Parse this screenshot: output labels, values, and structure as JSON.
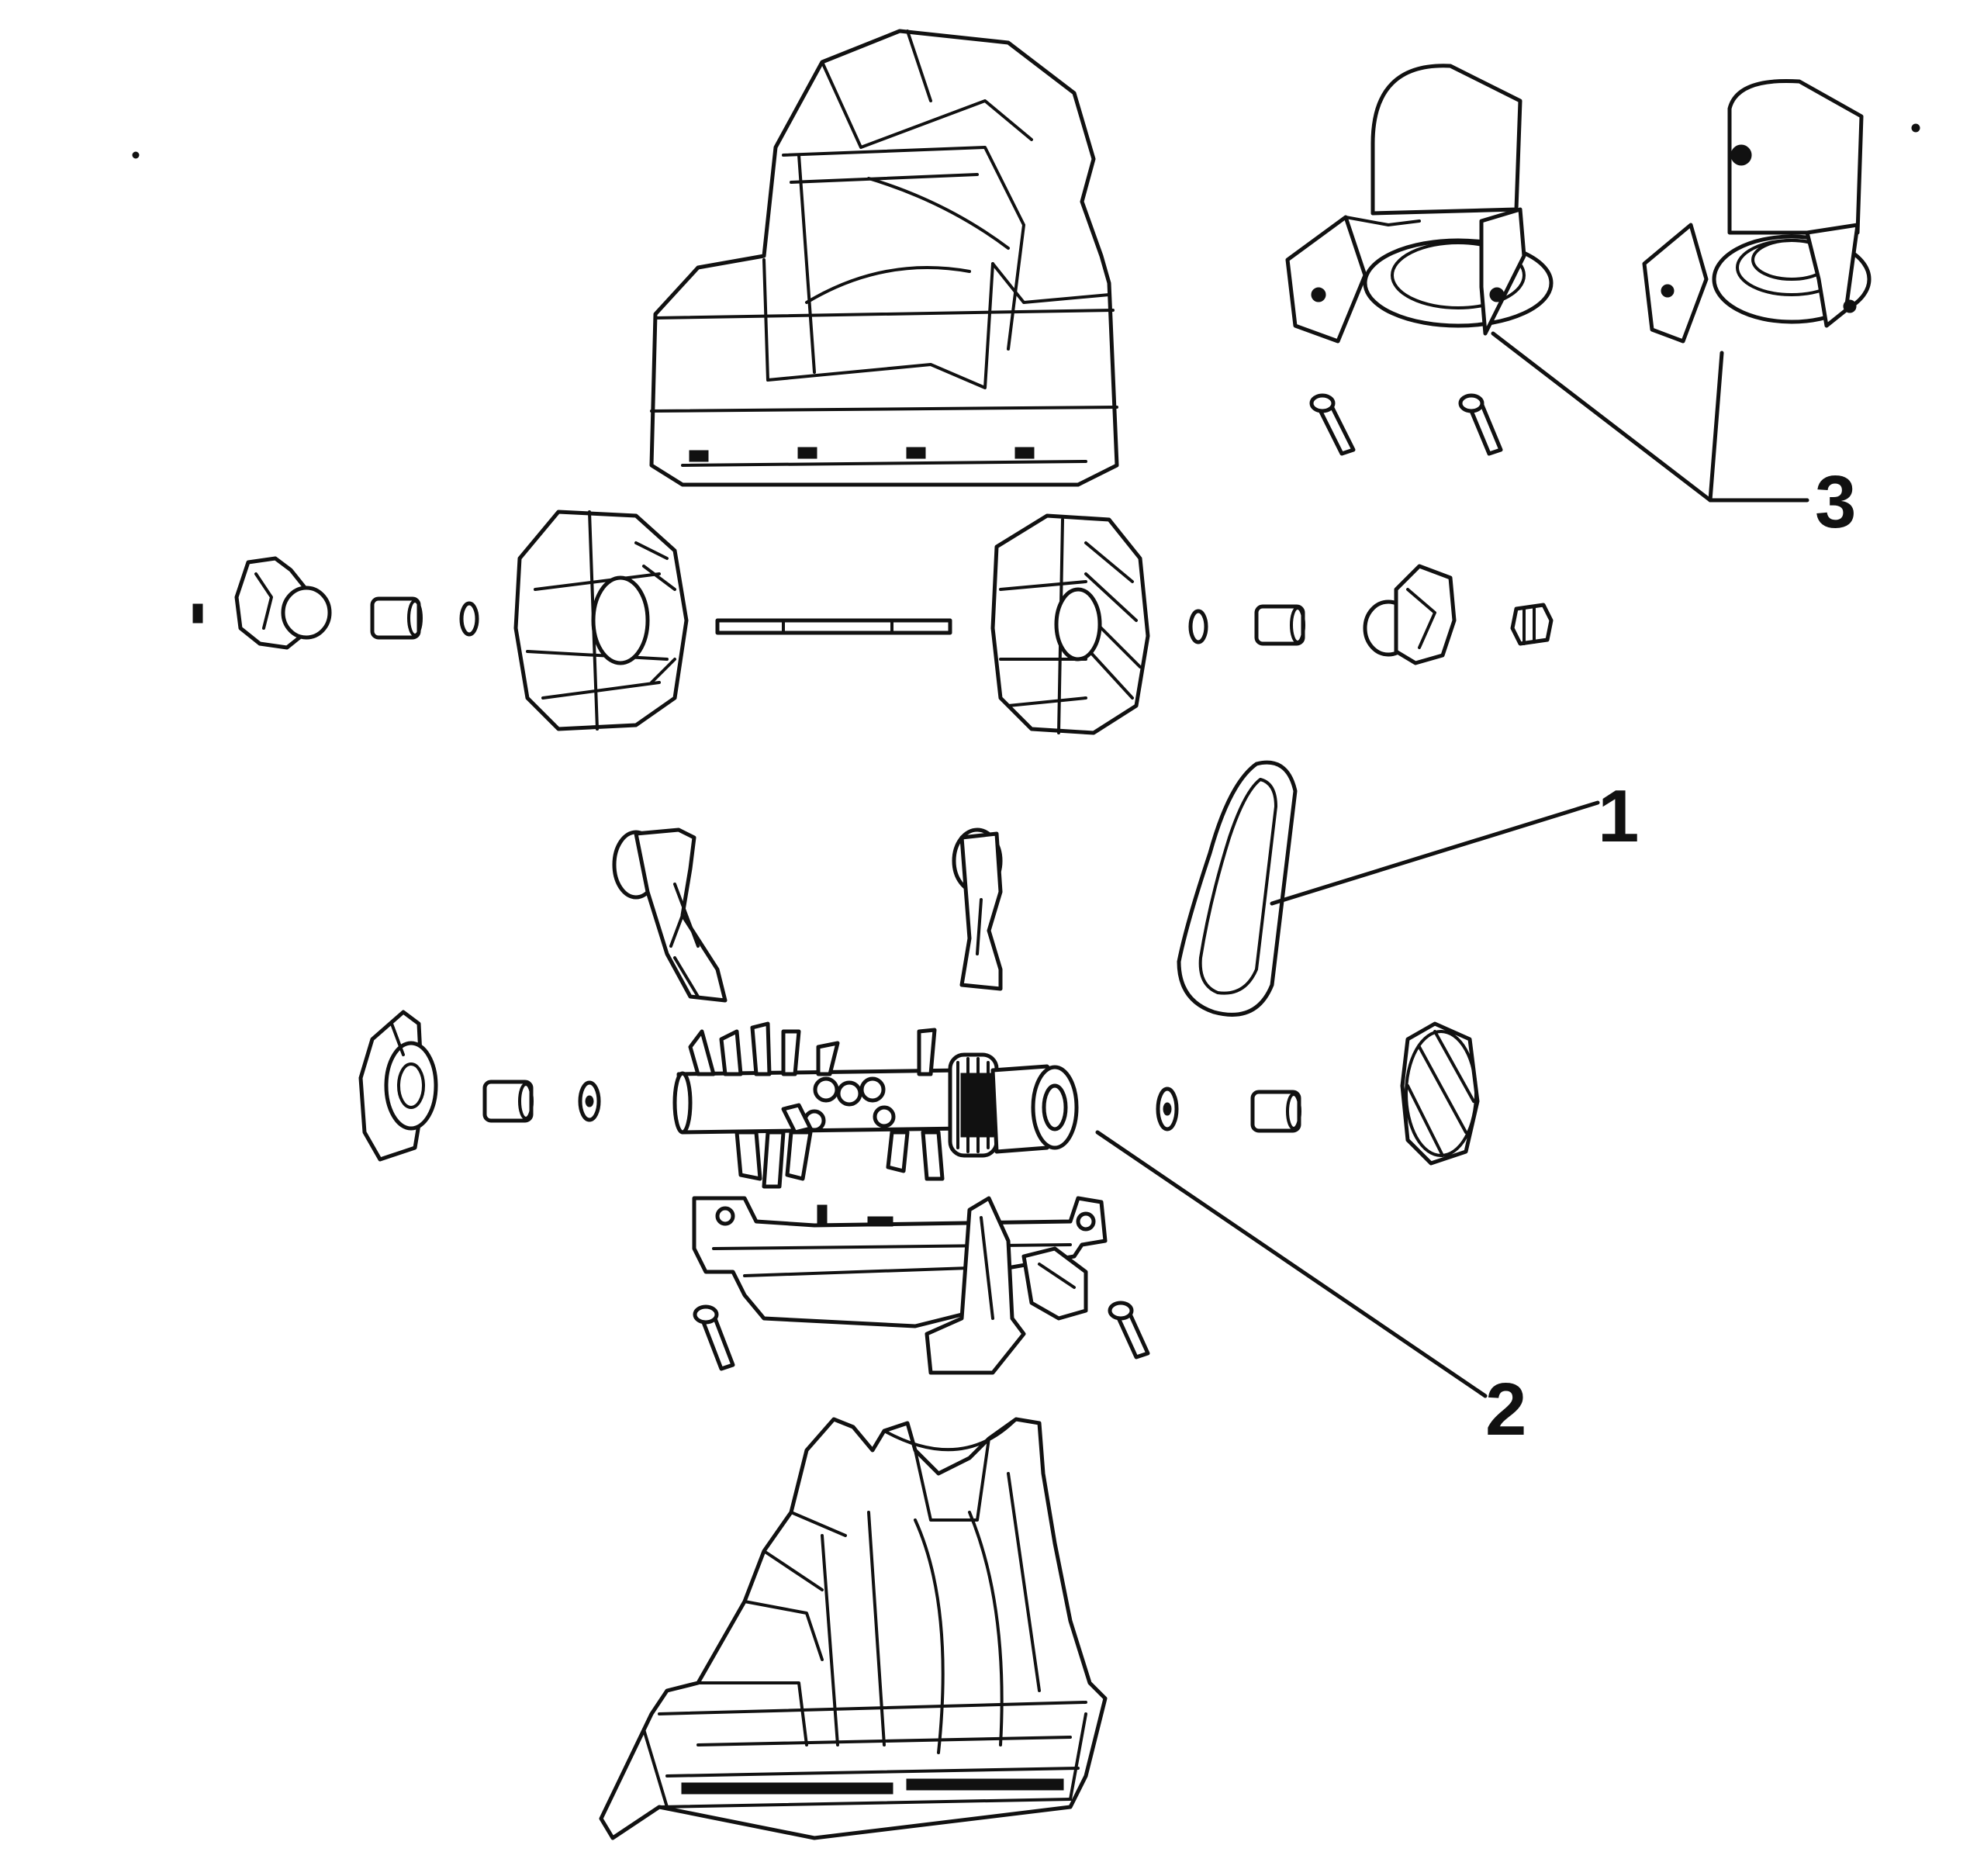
{
  "diagram": {
    "kind": "exploded-parts-view",
    "line_color": "#111111",
    "background": "#ffffff",
    "callouts": [
      {
        "id": "1",
        "label": "1",
        "part": "belt"
      },
      {
        "id": "2",
        "label": "2",
        "part": "brushroll"
      },
      {
        "id": "3",
        "label": "3",
        "part": "hose-connectors"
      }
    ]
  }
}
